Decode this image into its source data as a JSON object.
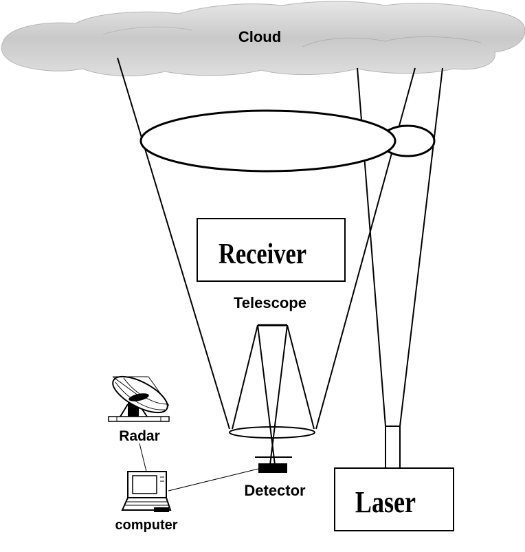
{
  "labels": {
    "cloud": "Cloud",
    "receiver": "Receiver",
    "telescope": "Telescope",
    "radar": "Radar",
    "detector": "Detector",
    "computer": "computer",
    "laser": "Laser"
  },
  "colors": {
    "line": "#000000",
    "cloud_fill": "#cfcfcf",
    "background": "#ffffff"
  }
}
